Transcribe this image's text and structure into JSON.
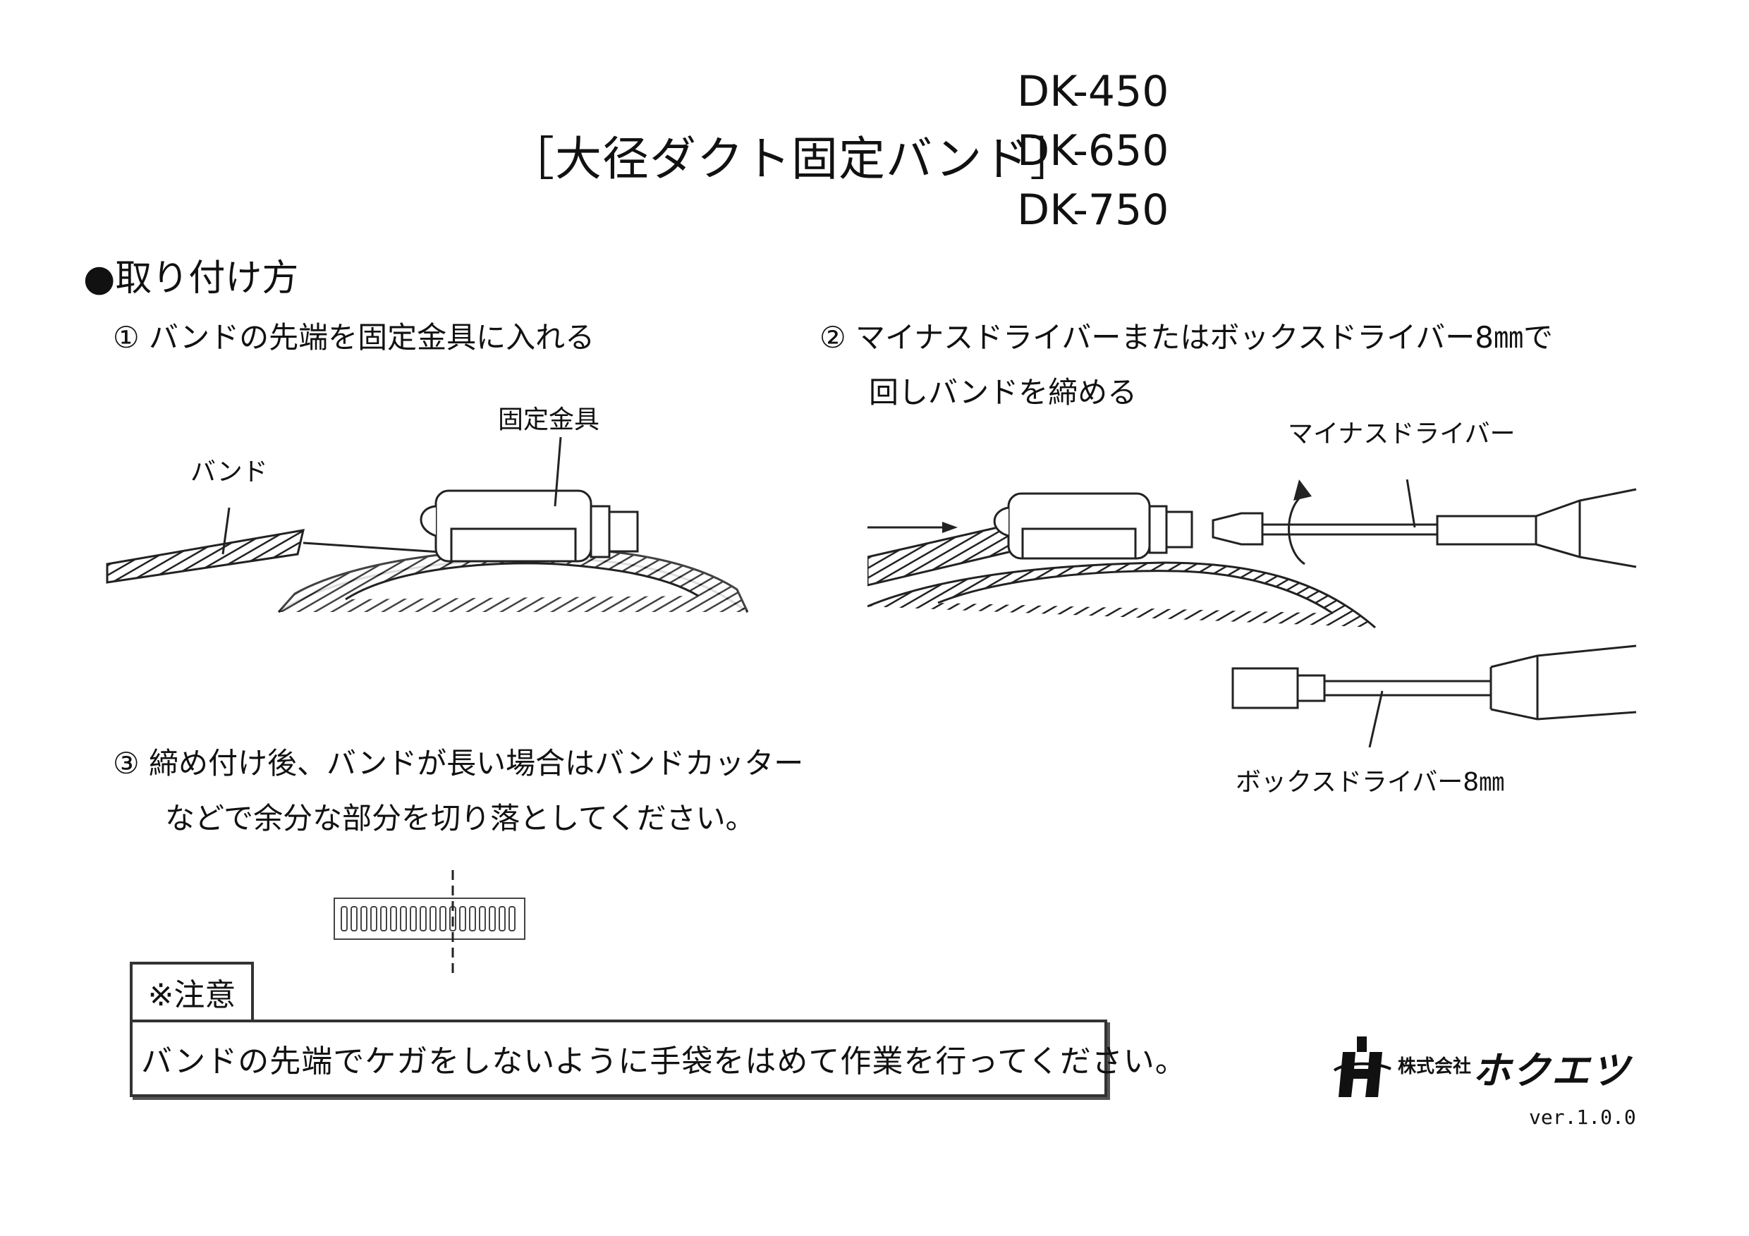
{
  "header": {
    "title": "［大径ダクト固定バンド］",
    "models": [
      "DK-450",
      "DK-650",
      "DK-750"
    ]
  },
  "section": {
    "heading": "●取り付け方"
  },
  "steps": {
    "step1": {
      "text": "① バンドの先端を固定金具に入れる"
    },
    "step2": {
      "line1": "② マイナスドライバーまたはボックスドライバー8㎜で",
      "line2": "回しバンドを締める"
    },
    "step3": {
      "line1": "③ 締め付け後、バンドが長い場合はバンドカッター",
      "line2": "などで余分な部分を切り落としてください。"
    }
  },
  "figures": {
    "fig1": {
      "label_fixture": "固定金具",
      "label_band": "バンド"
    },
    "fig2": {
      "label_flat": "マイナスドライバー",
      "label_box": "ボックスドライバー8㎜"
    }
  },
  "notice": {
    "title": "※注意",
    "text": "バンドの先端でケガをしないように手袋をはめて作業を行ってください。"
  },
  "company": {
    "name_prefix": "株式会社",
    "name": "ホクエツ"
  },
  "version": "ver.1.0.0"
}
